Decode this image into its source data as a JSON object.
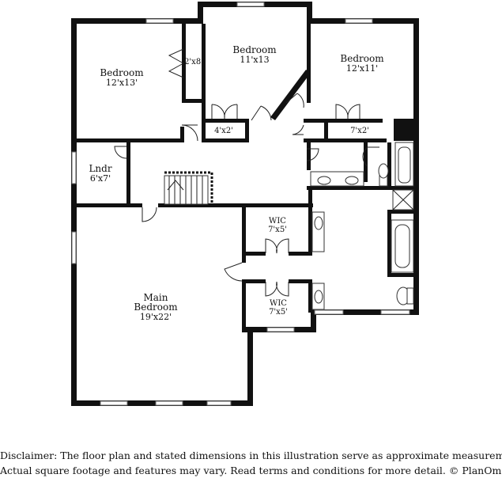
{
  "rooms": {
    "bedroom_nw": {
      "name": "Bedroom",
      "dims": "12'x13'"
    },
    "bedroom_center": {
      "name": "Bedroom",
      "dims": "11'x13"
    },
    "bedroom_ne": {
      "name": "Bedroom",
      "dims": "12'x11'"
    },
    "closet_nw": {
      "dims": "2'x8'"
    },
    "closet_center": {
      "dims": "4'x2'"
    },
    "closet_ne": {
      "dims": "7'x2'"
    },
    "laundry": {
      "name": "Lndr",
      "dims": "6'x7'"
    },
    "wic_upper": {
      "name": "WIC",
      "dims": "7'x5'"
    },
    "wic_lower": {
      "name": "WIC",
      "dims": "7'x5'"
    },
    "main_bedroom": {
      "name": "Main",
      "name2": "Bedroom",
      "dims": "19'x22'"
    }
  },
  "disclaimer": {
    "line1": "Disclaimer: The floor plan and stated dimensions in this illustration serve as approximate measurements.",
    "line2": "Actual square footage and features may vary. Read terms and conditions for more detail. © PlanOmatic"
  }
}
